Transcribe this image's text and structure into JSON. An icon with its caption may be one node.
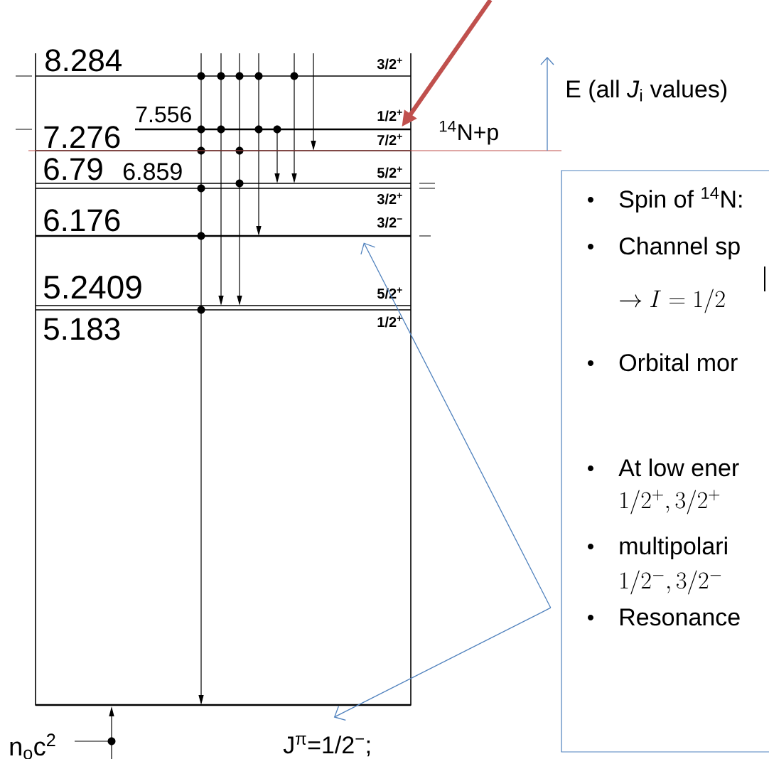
{
  "diagram": {
    "nodes": [
      {
        "text": [
          "Spin of $^{14}$N:",
          "Channel sp",
          "\\rightarrow I = 1/2",
          "Orbital mor",
          "At low ener",
          "1/2^{+}, 3/2^{+}",
          "multipolari",
          "1/2^{-}, 3/2^{-}",
          "Resonance"
        ]
      },
      {
        "text": [],
        "shape": "bar",
        "beside": [
          "7.556",
          "1/2$^{+}$"
        ]
      },
      {
        "text": [],
        "shape": "bar",
        "beside": [
          "6.176",
          "3/2$^{−}$"
        ]
      },
      {
        "text": [],
        "shape": "bar",
        "beside": [
          "J$^{π}$=1/2$^{−}$;"
        ]
      }
    ],
    "edges": [
      {
        "from": null,
        "to": 1,
        "arrow": "to",
        "style": "thick",
        "color": "#c0504d"
      },
      {
        "from": 0,
        "to": 2,
        "arrow": "to"
      },
      {
        "from": 0,
        "to": 3,
        "arrow": "to"
      }
    ],
    "labels": [
      "8.284",
      "3/2$^{+}$",
      "7.276",
      "7/2$^{+}$",
      "6.79",
      "6.859",
      "5/2$^{+}$",
      "3/2$^{+}$",
      "5.2409",
      "5/2$^{+}$",
      "5.183",
      "1/2$^{+}$",
      "$^{14}$N+p",
      "E (all *J*$_{i}$ values)",
      "n$_{o}$c$^{2}$"
    ]
  }
}
